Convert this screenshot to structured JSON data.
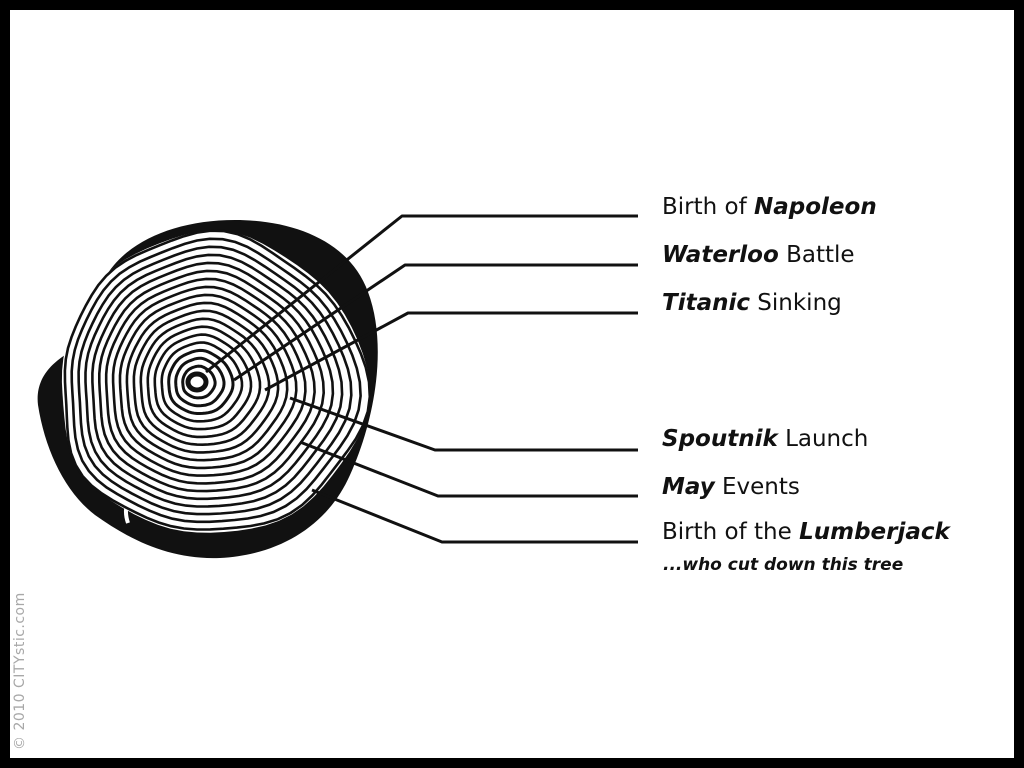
{
  "events": [
    {
      "pre": "Birth of ",
      "em": "Napoleon",
      "post": ""
    },
    {
      "pre": "",
      "em": "Waterloo",
      "post": " Battle"
    },
    {
      "pre": "",
      "em": "Titanic",
      "post": " Sinking"
    },
    {
      "pre": "",
      "em": "Spoutnik",
      "post": " Launch"
    },
    {
      "pre": "",
      "em": "May",
      "post": " Events"
    },
    {
      "pre": "Birth of the ",
      "em": "Lumberjack",
      "post": ""
    }
  ],
  "lumberjack_note": "...who cut down this tree",
  "copyright": "© 2010 CITYstic.com",
  "colors": {
    "ink": "#111111",
    "background": "#ffffff",
    "border": "#000000",
    "copyright": "#a8a8a8"
  }
}
